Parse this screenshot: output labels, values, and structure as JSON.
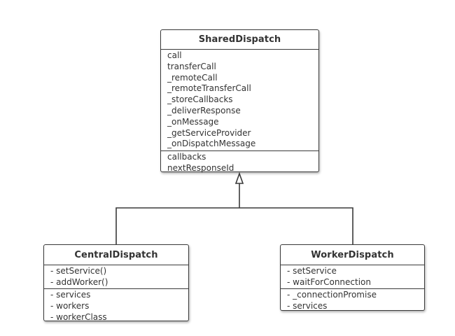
{
  "classes": {
    "shared": {
      "name": "SharedDispatch",
      "operations": [
        "call",
        "transferCall",
        "_remoteCall",
        "_remoteTransferCall",
        "_storeCallbacks",
        "_deliverResponse",
        "_onMessage",
        "_getServiceProvider",
        "_onDispatchMessage"
      ],
      "attributes": [
        "callbacks",
        "nextResponseId"
      ]
    },
    "central": {
      "name": "CentralDispatch",
      "operations": [
        "- setService()",
        "- addWorker()"
      ],
      "attributes": [
        "- services",
        "- workers",
        "- workerClass"
      ]
    },
    "worker": {
      "name": "WorkerDispatch",
      "operations": [
        "- setService",
        "- waitForConnection"
      ],
      "attributes": [
        "- _connectionPromise",
        "- services"
      ]
    }
  },
  "relationship": "generalization",
  "colors": {
    "border": "#3a3a3a",
    "text": "#333333",
    "background": "#ffffff"
  }
}
